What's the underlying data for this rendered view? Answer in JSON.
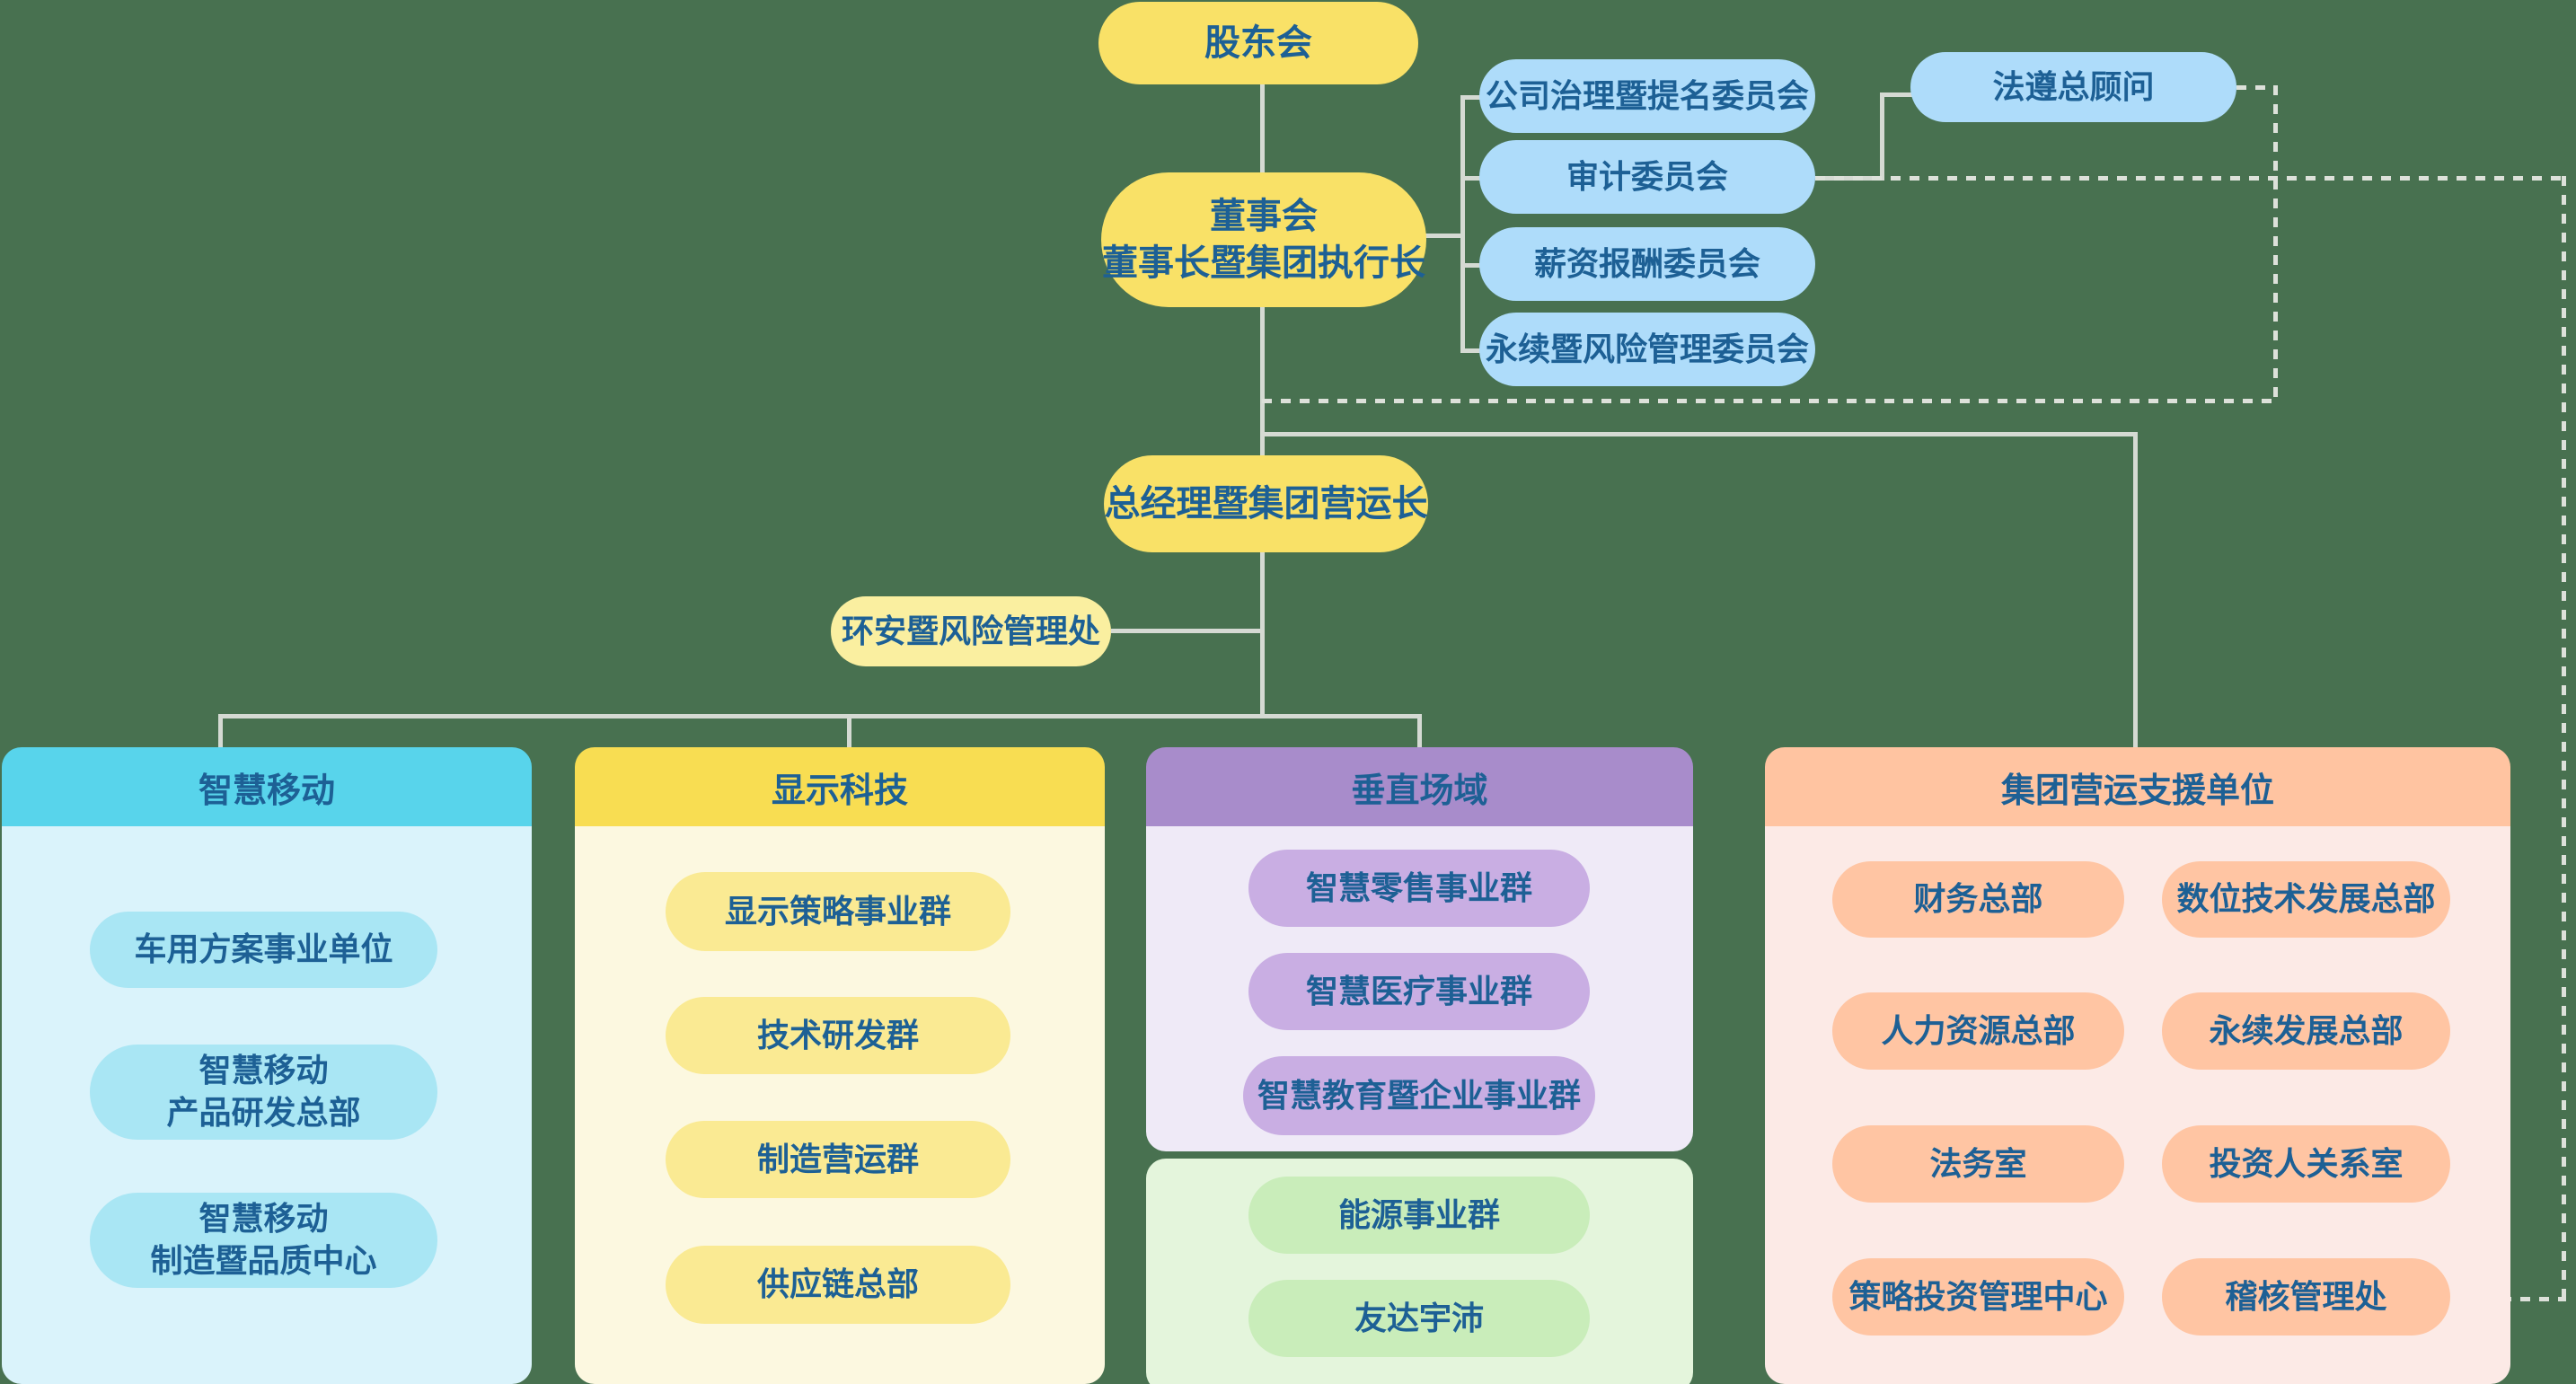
{
  "colors": {
    "bg": "#487150",
    "line": "#D5DAD3",
    "dot": "#DDE1DA",
    "ink": "#1D6095",
    "yellow": "#F9E167",
    "yellowLight": "#FAEFA0",
    "blue": "#AEDCFA",
    "c1h": "#58D4EB",
    "c1b": "#DAF3FB",
    "c1p": "#A9E6F4",
    "c2h": "#F8DD52",
    "c2b": "#FCF8E0",
    "c2p": "#FAEA93",
    "c3h": "#A88CCB",
    "c3b": "#EFEAF7",
    "c3p": "#C9AEE3",
    "c3gb": "#E4F5DC",
    "c3gp": "#C9EDBA",
    "c4h": "#FFC4A1",
    "c4b": "#FCEAE6",
    "c4p": "#FFC5A3"
  },
  "chart": {
    "shareholders": "股东会",
    "board": [
      "董事会",
      "董事长暨集团执行长"
    ],
    "committees": [
      "公司治理暨提名委员会",
      "审计委员会",
      "薪资报酬委员会",
      "永续暨风险管理委员会"
    ],
    "chief_compliance": "法遵总顾问",
    "president": "总经理暨集团营运长",
    "ehs_risk": "环安暨风险管理处",
    "columns": {
      "smart_mobility": {
        "title": "智慧移动",
        "items": [
          [
            "车用方案事业单位"
          ],
          [
            "智慧移动",
            "产品研发总部"
          ],
          [
            "智慧移动",
            "制造暨品质中心"
          ]
        ]
      },
      "display_tech": {
        "title": "显示科技",
        "items": [
          "显示策略事业群",
          "技术研发群",
          "制造营运群",
          "供应链总部"
        ]
      },
      "vertical_domains": {
        "title": "垂直场域",
        "items": [
          "智慧零售事业群",
          "智慧医疗事业群",
          "智慧教育暨企业事业群"
        ],
        "energy_items": [
          "能源事业群",
          "友达宇沛"
        ]
      },
      "group_support": {
        "title": "集团营运支援单位",
        "left": [
          "财务总部",
          "人力资源总部",
          "法务室",
          "策略投资管理中心"
        ],
        "right": [
          "数位技术发展总部",
          "永续发展总部",
          "投资人关系室",
          "稽核管理处"
        ]
      }
    }
  }
}
